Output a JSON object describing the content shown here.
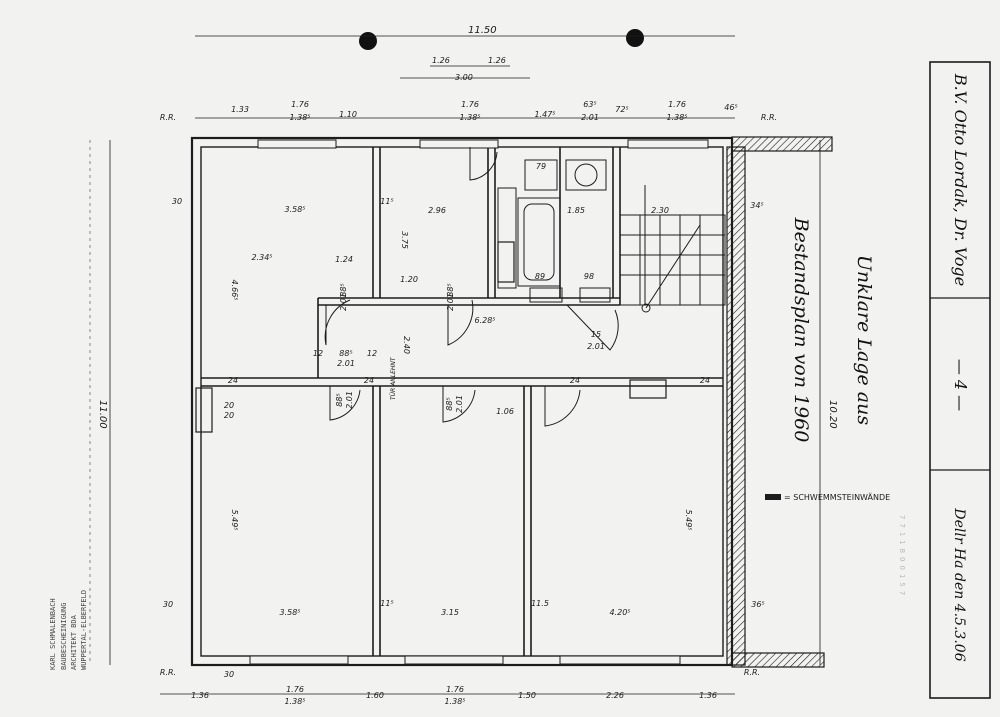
{
  "sheet": {
    "title_block": {
      "owner": "B.V. Otto Lordak, Dr. Voge",
      "sheet_no": "— 4 —",
      "date_line": "Dellr Ha den 4.5.3.06"
    },
    "drawing_title": {
      "line1": "Unklare Lage aus",
      "line2": "Bestandsplan von 1960"
    },
    "legend": "= SCHWEMMSTEINWÄNDE",
    "stamp": {
      "line1": "KARL SCHMALENBACH",
      "line2": "BAUBESCHEINIGUNG",
      "line3": "ARCHITEKT BDA",
      "line4": "WUPPERTAL-ELBERFELD"
    },
    "faint_code": "7 7 1 1 B O O 1 5 7",
    "dimensions": {
      "top_overall": "11.50",
      "top_small_a": "1.26",
      "top_small_b": "1.26",
      "top_stair": "3.00",
      "top_row": [
        "1.33",
        "1.76",
        "1.38⁵",
        "1.10",
        "1.76",
        "1.38⁵",
        "1.47⁵",
        "63⁵",
        "2.01",
        "72⁵",
        "1.76",
        "1.38⁵",
        "46⁵"
      ],
      "left_overall": "11.00",
      "right_overall": "10.20",
      "bottom_row": [
        "1.36",
        "1.76",
        "1.38⁵",
        "1.60",
        "1.76",
        "1.38⁵",
        "1.50",
        "2.26",
        "1.36"
      ],
      "rooms": [
        "3.58⁵",
        "2.96",
        "1.85",
        "2.30",
        "2.34⁵",
        "1.24",
        "4.66⁵",
        "3.75",
        "1.20",
        "6.28⁵",
        "88⁵",
        "2.01",
        "88⁵",
        "2.01",
        "2.40",
        "3.58⁵",
        "3.15",
        "4.20⁵",
        "5.49⁵",
        "5.49⁵",
        "1.06",
        "79",
        "89",
        "98",
        "15",
        "2.01",
        "30",
        "30",
        "30",
        "11⁵",
        "11⁵",
        "11.5",
        "24",
        "24",
        "24",
        "24",
        "34⁵",
        "36⁵",
        "20",
        "20",
        "12",
        "12",
        "88⁵",
        "2.01",
        "88⁵",
        "2.01",
        "88⁵",
        "2.01"
      ],
      "marks": [
        "R.R.",
        "R.R.",
        "R.R.",
        "R.R."
      ],
      "note_door": "TÜR ANLEHNT"
    }
  }
}
